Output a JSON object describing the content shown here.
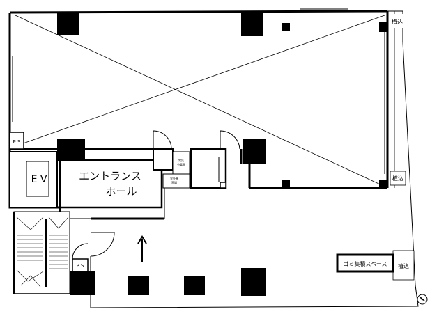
{
  "labels": {
    "ev": "E V",
    "entrance_hall_1": "エントランス",
    "entrance_hall_2": "ホール",
    "ps_top": "P S",
    "ps_bottom": "P S",
    "hedge_top": "植込",
    "hedge_mid": "植込",
    "hedge_bottom": "植込",
    "garbage_space": "ゴミ集積スペース",
    "meter_box_1": "電気",
    "meter_box_2": "分電盤",
    "meter_box_3": "室外機",
    "meter_box_4": "置場"
  },
  "colors": {
    "wall": "#000000",
    "background": "#ffffff",
    "thin_line": "#000000"
  },
  "icons": {
    "entry_arrow": "up-arrow-icon",
    "north_mark": "compass-north-icon"
  }
}
